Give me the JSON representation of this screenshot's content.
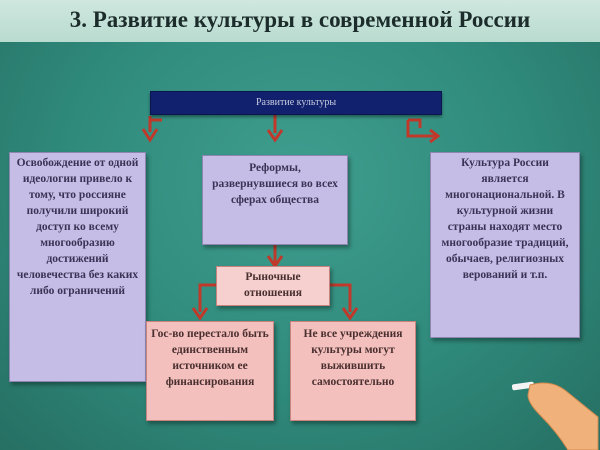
{
  "title": "3. Развитие культуры в современной России",
  "top_box_label": "Развитие культуры",
  "left_card": "Освобождение от одной идеологии привело к тому, что россияне получили широкий доступ ко всему многообразию достижений человечества без каких либо ограничений",
  "mid_card": "Реформы, развернувшиеся во всех сферах общества",
  "right_card": "Культура России является многонациональной. В культурной жизни страны находят место многообразие традиций, обычаев, религиозных верований и т.п.",
  "market_box": "Рыночные отношения",
  "bottom_left": "Гос-во перестало быть единственным источником ее финансирования",
  "bottom_right": "Не все учреждения культуры могут выжившить самостоятельно",
  "colors": {
    "background": "#2f8a7b",
    "top_box": "#11216e",
    "card": "#c6bde6",
    "pink_box": "#f3c0bd",
    "arrow": "#c0392b"
  }
}
